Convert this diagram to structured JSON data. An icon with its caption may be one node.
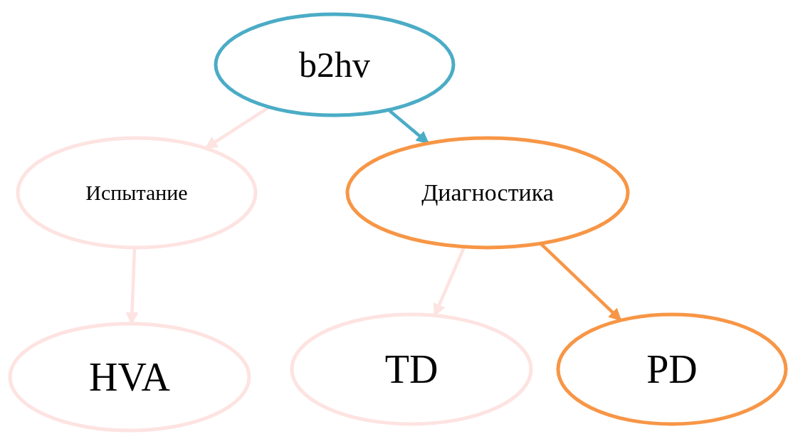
{
  "diagram": {
    "nodes": [
      {
        "text": [
          "b2hv"
        ]
      },
      {
        "text": [
          "Испытание"
        ]
      },
      {
        "text": [
          "Диагностика"
        ]
      },
      {
        "text": [
          "HVA"
        ]
      },
      {
        "text": [
          "TD"
        ]
      },
      {
        "text": [
          "PD"
        ]
      }
    ],
    "edges": [
      {
        "from": 0,
        "to": 1,
        "arrow": "to",
        "color": "#fde3e1"
      },
      {
        "from": 0,
        "to": 2,
        "arrow": "to",
        "color": "#4bacc6"
      },
      {
        "from": 1,
        "to": 3,
        "arrow": "to",
        "color": "#fde3e1"
      },
      {
        "from": 2,
        "to": 4,
        "arrow": "to",
        "color": "#fde3e1"
      },
      {
        "from": 2,
        "to": 5,
        "arrow": "to",
        "color": "#f79646"
      }
    ]
  }
}
